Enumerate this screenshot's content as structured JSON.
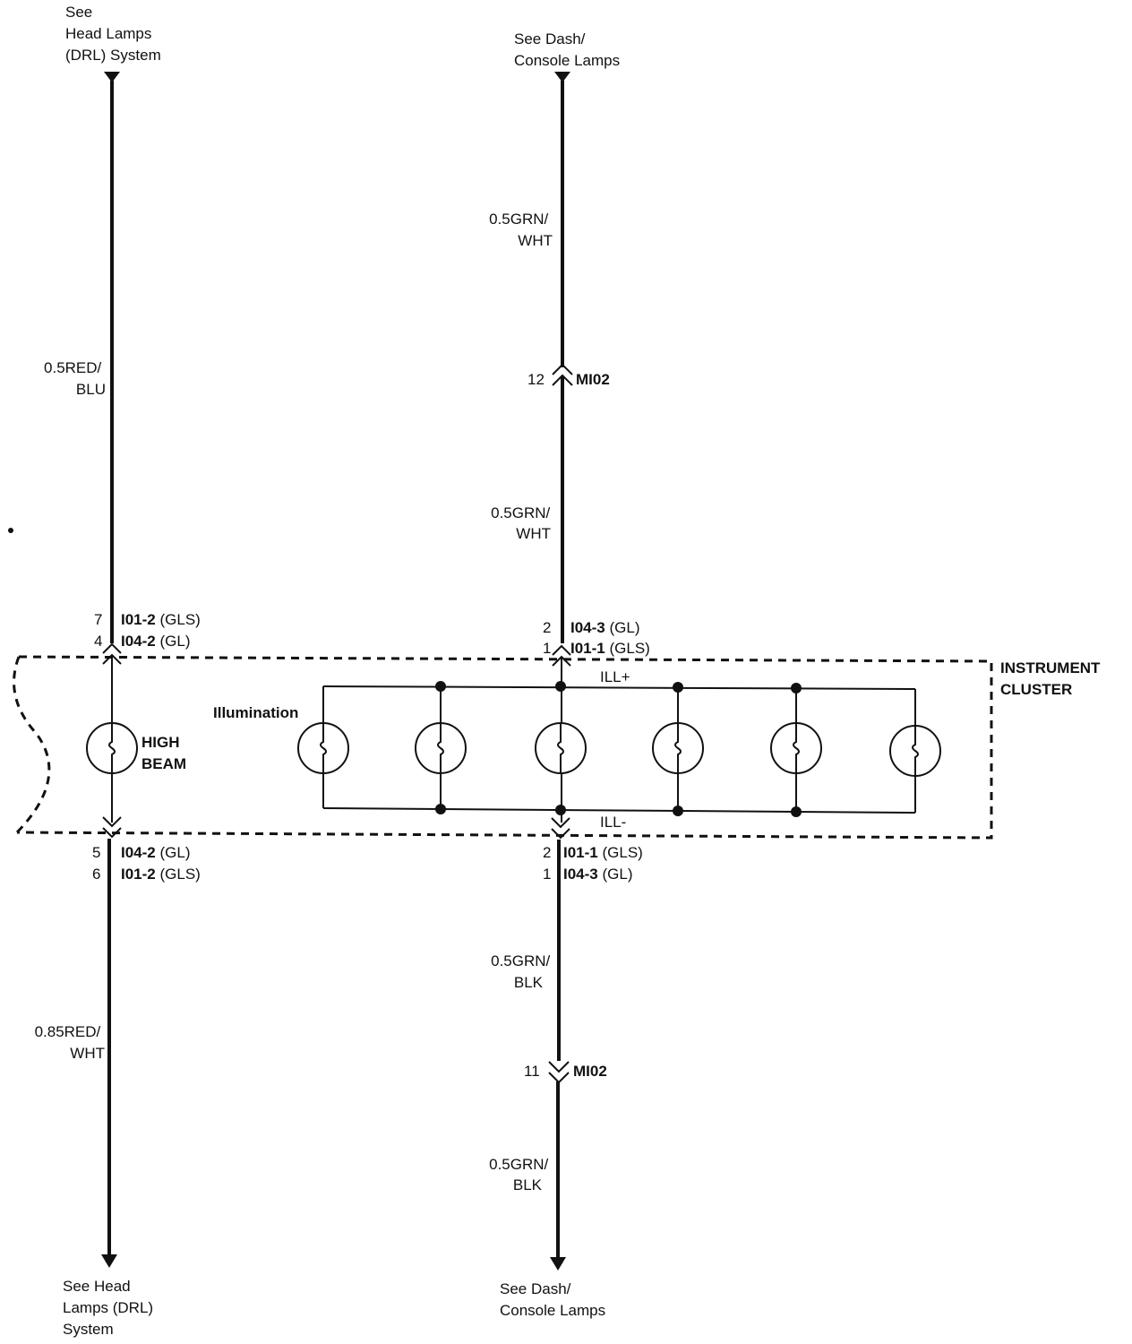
{
  "refs": {
    "top_left": [
      "See",
      "Head Lamps",
      "(DRL) System"
    ],
    "top_center": [
      "See Dash/",
      "Console Lamps"
    ],
    "bottom_left": [
      "See Head",
      "Lamps (DRL)",
      "System"
    ],
    "bottom_center": [
      "See Dash/",
      "Console Lamps"
    ]
  },
  "wires": {
    "left_top": [
      "0.5RED/",
      "BLU"
    ],
    "left_bottom": [
      "0.85RED/",
      "WHT"
    ],
    "center_1": [
      "0.5GRN/",
      "WHT"
    ],
    "center_2": [
      "0.5GRN/",
      "WHT"
    ],
    "center_3": [
      "0.5GRN/",
      "BLK"
    ],
    "center_4": [
      "0.5GRN/",
      "BLK"
    ]
  },
  "connectors": {
    "mi02_top": {
      "pin": "12",
      "id": "MI02"
    },
    "mi02_bottom": {
      "pin": "11",
      "id": "MI02"
    },
    "left_upper": [
      {
        "pin": "7",
        "id": "I01-2",
        "variant": "(GLS)"
      },
      {
        "pin": "4",
        "id": "I04-2",
        "variant": "(GL)"
      }
    ],
    "left_lower": [
      {
        "pin": "5",
        "id": "I04-2",
        "variant": "(GL)"
      },
      {
        "pin": "6",
        "id": "I01-2",
        "variant": "(GLS)"
      }
    ],
    "center_upper": [
      {
        "pin": "2",
        "id": "I04-3",
        "variant": "(GL)"
      },
      {
        "pin": "1",
        "id": "I01-1",
        "variant": "(GLS)"
      }
    ],
    "center_lower": [
      {
        "pin": "2",
        "id": "I01-1",
        "variant": "(GLS)"
      },
      {
        "pin": "1",
        "id": "I04-3",
        "variant": "(GL)"
      }
    ]
  },
  "cluster": {
    "title": [
      "INSTRUMENT",
      "CLUSTER"
    ]
  },
  "high_beam": [
    "HIGH",
    "BEAM"
  ],
  "illumination": {
    "label": "Illumination",
    "bus_plus": "ILL+",
    "bus_minus": "ILL-"
  }
}
